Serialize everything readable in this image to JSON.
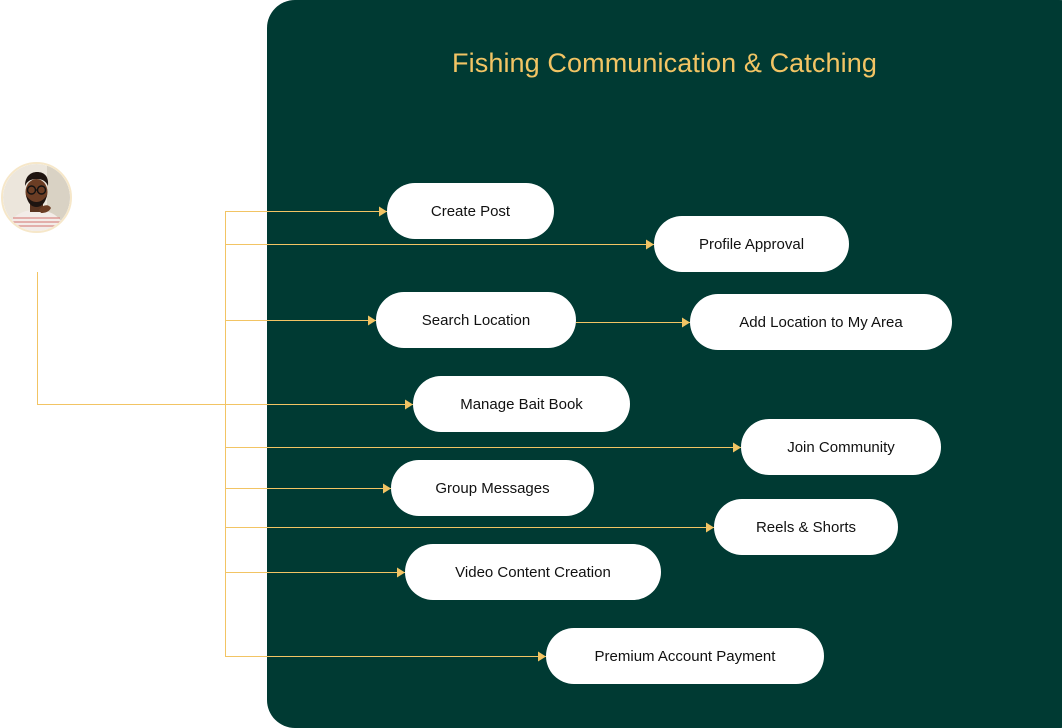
{
  "title": "Fishing Communication & Catching",
  "colors": {
    "panel_background": "#003a33",
    "title": "#f2c464",
    "connector": "#f2c464",
    "node_background": "#ffffff",
    "node_text": "#111111"
  },
  "actor": {
    "icon": "user-avatar-icon"
  },
  "nodes": [
    {
      "id": "create_post",
      "label": "Create Post"
    },
    {
      "id": "profile_approval",
      "label": "Profile Approval"
    },
    {
      "id": "search_location",
      "label": "Search Location"
    },
    {
      "id": "add_location_to_my_area",
      "label": "Add Location to My Area"
    },
    {
      "id": "manage_bait_book",
      "label": "Manage Bait Book"
    },
    {
      "id": "join_community",
      "label": "Join Community"
    },
    {
      "id": "group_messages",
      "label": "Group Messages"
    },
    {
      "id": "reels_shorts",
      "label": "Reels & Shorts"
    },
    {
      "id": "video_content_creation",
      "label": "Video Content Creation"
    },
    {
      "id": "premium_account_payment",
      "label": "Premium Account Payment"
    }
  ],
  "edges": [
    {
      "from": "actor",
      "to": "create_post"
    },
    {
      "from": "actor",
      "to": "profile_approval"
    },
    {
      "from": "actor",
      "to": "search_location"
    },
    {
      "from": "search_location",
      "to": "add_location_to_my_area"
    },
    {
      "from": "actor",
      "to": "manage_bait_book"
    },
    {
      "from": "actor",
      "to": "join_community"
    },
    {
      "from": "actor",
      "to": "group_messages"
    },
    {
      "from": "actor",
      "to": "reels_shorts"
    },
    {
      "from": "actor",
      "to": "video_content_creation"
    },
    {
      "from": "actor",
      "to": "premium_account_payment"
    }
  ]
}
